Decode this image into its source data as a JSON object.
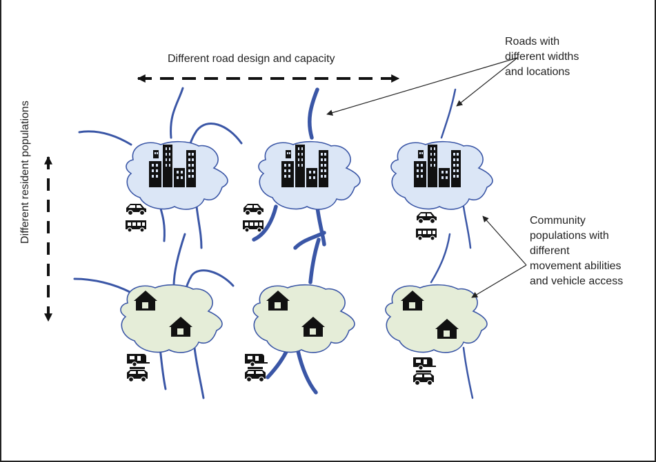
{
  "labels": {
    "road_design": "Different road design and capacity",
    "roads_lines": [
      "Roads with",
      "different widths",
      "and locations"
    ],
    "community_lines": [
      "Community",
      "populations with",
      "different",
      "movement abilities",
      "and vehicle access"
    ],
    "populations": "Different resident populations"
  },
  "icons": {
    "urban_symbol": "city-buildings-icon",
    "rural_symbol": "house-icon",
    "urban_vehicles": [
      "car-icon",
      "bus-icon"
    ],
    "rural_vehicles": [
      "caravan-icon",
      "van-icon"
    ]
  },
  "colors": {
    "road": "#3a56a6",
    "urban_fill": "#dbe6f6",
    "rural_fill": "#e5edd8",
    "outline": "#3a56a6",
    "icon": "#111111",
    "arrow": "#111111"
  }
}
